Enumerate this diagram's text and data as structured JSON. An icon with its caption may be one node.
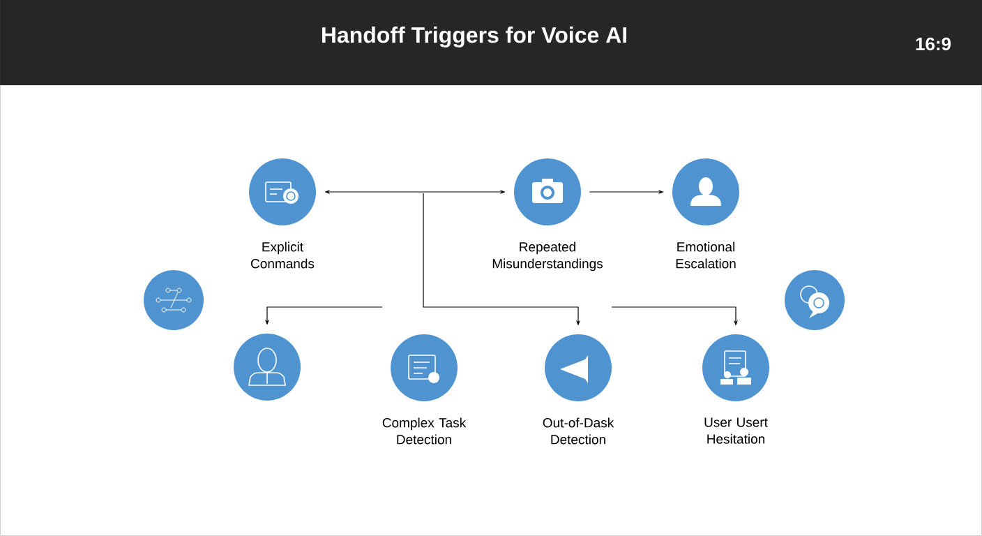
{
  "diagram": {
    "title": "Handoff Triggers for Voice AI",
    "nodes": [
      {
        "text": [
          "Explicit Conmands"
        ]
      },
      {
        "text": [
          "Repeated Misunderstandings"
        ]
      },
      {
        "text": [
          "Emotional Escalation"
        ]
      },
      {
        "text": [],
        "shape": "circle"
      },
      {
        "text": [],
        "shape": "circle"
      },
      {
        "text": [],
        "shape": "circle"
      },
      {
        "text": [
          "Complex Task Detection"
        ]
      },
      {
        "text": [
          "Out-of-Dask Detection"
        ]
      },
      {
        "text": [
          "User Usert Hesitation"
        ]
      }
    ],
    "edges": [
      {
        "from": 0,
        "to": 1,
        "arrow": "both"
      },
      {
        "from": null,
        "to": 7,
        "arrow": "to"
      },
      {
        "from": 1,
        "to": 2,
        "arrow": "to"
      },
      {
        "from": null,
        "to": 5,
        "arrow": "to"
      },
      {
        "from": null,
        "to": 8,
        "arrow": "to"
      }
    ],
    "labels": [
      "16:9"
    ]
  }
}
